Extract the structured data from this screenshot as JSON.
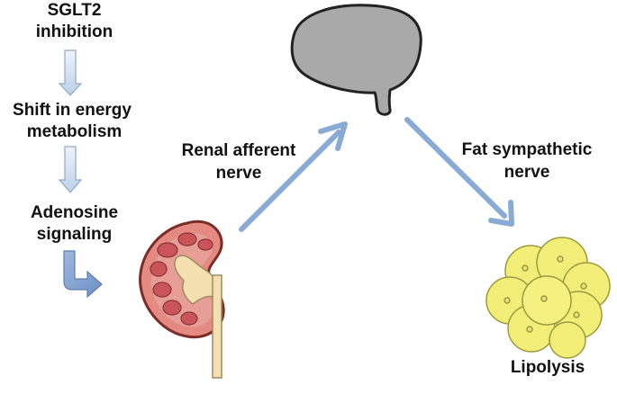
{
  "flow": {
    "step1": {
      "line1": "SGLT2",
      "line2": "inhibition"
    },
    "step2": {
      "line1": "Shift in energy",
      "line2": "metabolism"
    },
    "step3": {
      "line1": "Adenosine",
      "line2": "signaling"
    }
  },
  "nerves": {
    "renal": {
      "line1": "Renal afferent",
      "line2": "nerve"
    },
    "fat": {
      "line1": "Fat sympathetic",
      "line2": "nerve"
    }
  },
  "outcome": {
    "label": "Lipolysis"
  },
  "colors": {
    "flow_arrow_fill": "#d7e5f4",
    "flow_arrow_stroke": "#8fa8c8",
    "nerve_arrow": "#8aaad6",
    "brain_fill": "#a9a9a9",
    "brain_stroke": "#222222",
    "kidney_fill": "#e48a82",
    "kidney_stroke": "#7a2c26",
    "kidney_pyramid": "#c9555a",
    "kidney_pelvis": "#f3dfb0",
    "fat_cell_fill": "#f3ee78",
    "fat_cell_stroke": "#9c9a3e"
  },
  "icons": [
    "down-arrow-icon",
    "bent-arrow-icon",
    "brain-icon",
    "kidney-icon",
    "fat-cells-icon"
  ]
}
